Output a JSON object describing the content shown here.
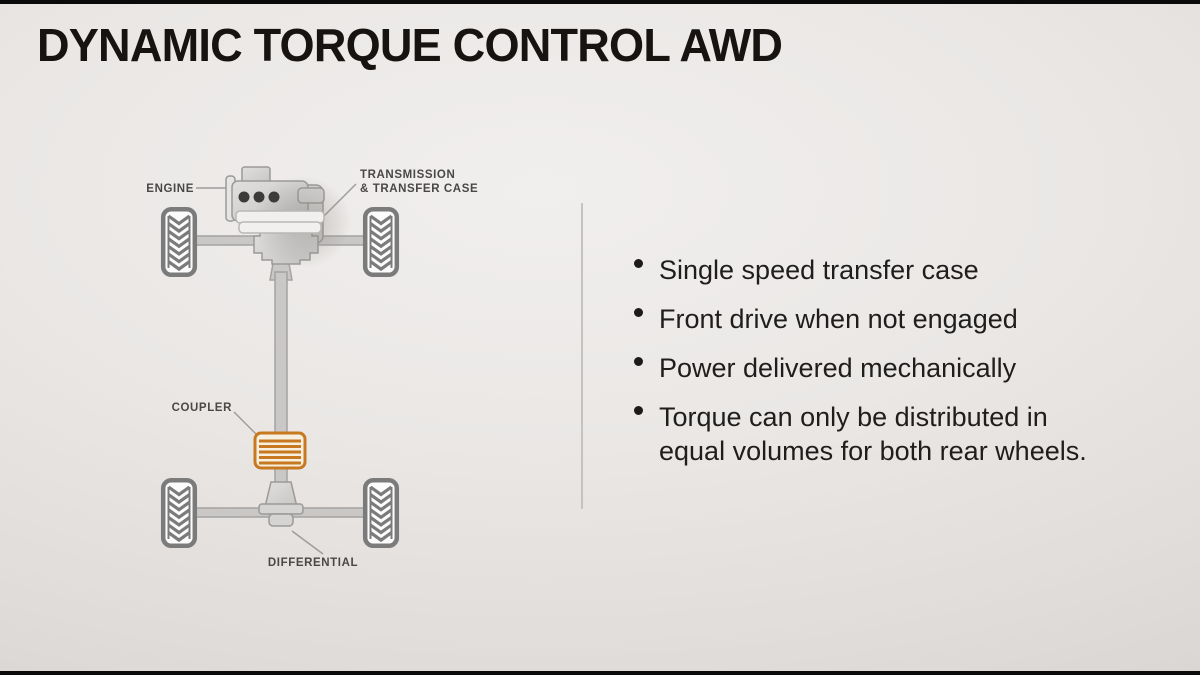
{
  "title": "DYNAMIC TORQUE CONTROL AWD",
  "diagram": {
    "labels": {
      "engine": "ENGINE",
      "transmission_line1": "TRANSMISSION",
      "transmission_line2": "& TRANSFER CASE",
      "coupler": "COUPLER",
      "differential": "DIFFERENTIAL"
    },
    "colors": {
      "coupler_orange": "#c8781f",
      "part_fill_gray": "#d9d8d7",
      "part_outline_gray": "#9c9a98",
      "wheel_gray": "#7b7b7b",
      "label_text": "#4a4846",
      "divider_gray": "#c5c2c0"
    }
  },
  "bullets": [
    "Single speed transfer case",
    "Front drive when not engaged",
    "Power delivered mechanically",
    "Torque can only be distributed in equal volumes for both rear wheels."
  ]
}
